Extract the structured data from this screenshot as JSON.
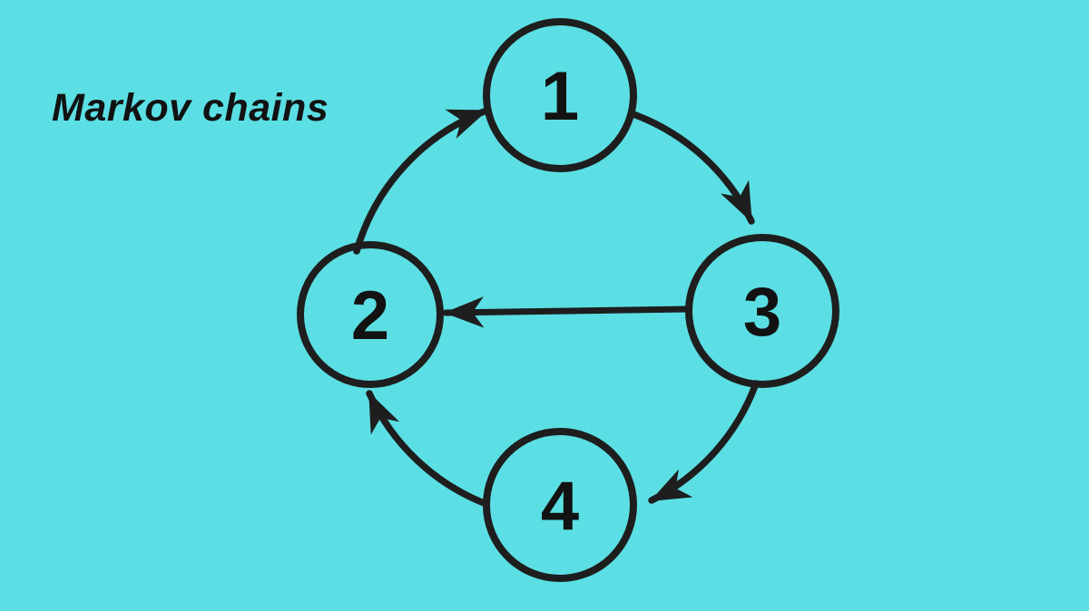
{
  "title": "Markov chains",
  "colors": {
    "background": "#5BDFE4",
    "line": "#1E1E1E",
    "text": "#121212"
  },
  "diagram": {
    "type": "state-transition-diagram",
    "nodes": [
      {
        "id": "1",
        "label": "1",
        "position": "top"
      },
      {
        "id": "2",
        "label": "2",
        "position": "left"
      },
      {
        "id": "3",
        "label": "3",
        "position": "right"
      },
      {
        "id": "4",
        "label": "4",
        "position": "bottom"
      }
    ],
    "edges": [
      {
        "from": "2",
        "to": "1",
        "style": "curved"
      },
      {
        "from": "1",
        "to": "3",
        "style": "curved"
      },
      {
        "from": "3",
        "to": "4",
        "style": "curved"
      },
      {
        "from": "4",
        "to": "2",
        "style": "curved"
      },
      {
        "from": "3",
        "to": "2",
        "style": "straight"
      }
    ]
  }
}
